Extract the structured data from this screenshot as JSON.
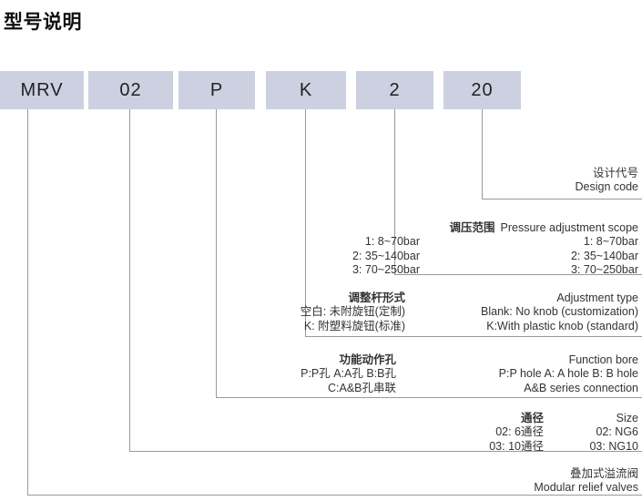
{
  "page": {
    "title": "型号说明"
  },
  "code_boxes": [
    {
      "name": "series",
      "value": "MRV"
    },
    {
      "name": "size",
      "value": "02"
    },
    {
      "name": "function-bore",
      "value": "P"
    },
    {
      "name": "adjustment-type",
      "value": "K"
    },
    {
      "name": "pressure-scope",
      "value": "2"
    },
    {
      "name": "design-code",
      "value": "20"
    }
  ],
  "annotations": [
    {
      "key": "design-code",
      "head_cn": "设计代号",
      "head_en": "Design code",
      "rows": []
    },
    {
      "key": "pressure-adjustment-scope",
      "head_cn": "调压范围",
      "head_en": "Pressure adjustment scope",
      "rows": [
        {
          "cn": "1: 8~70bar",
          "en": "1: 8~70bar"
        },
        {
          "cn": "2: 35~140bar",
          "en": "2: 35~140bar"
        },
        {
          "cn": "3: 70~250bar",
          "en": "3: 70~250bar"
        }
      ]
    },
    {
      "key": "adjustment-type",
      "head_cn": "调整杆形式",
      "head_en": "Adjustment type",
      "rows": [
        {
          "cn": "空白: 未附旋钮(定制)",
          "en": "Blank: No knob (customization)"
        },
        {
          "cn": "K: 附塑料旋钮(标准)",
          "en": "K:With plastic knob (standard)"
        }
      ]
    },
    {
      "key": "function-bore",
      "head_cn": "功能动作孔",
      "head_en": "Function bore",
      "rows": [
        {
          "cn": "P:P孔  A:A孔  B:B孔",
          "en": "P:P hole   A: A hole   B: B hole"
        },
        {
          "cn": "C:A&B孔串联",
          "en": "A&B series connection"
        }
      ]
    },
    {
      "key": "size",
      "head_cn": "通径",
      "head_en": "Size",
      "rows": [
        {
          "cn": "02: 6通径",
          "en": "02: NG6"
        },
        {
          "cn": "03: 10通径",
          "en": "03: NG10"
        }
      ]
    },
    {
      "key": "series",
      "head_cn": "叠加式溢流阀",
      "head_en": "Modular relief valves",
      "rows": []
    }
  ]
}
